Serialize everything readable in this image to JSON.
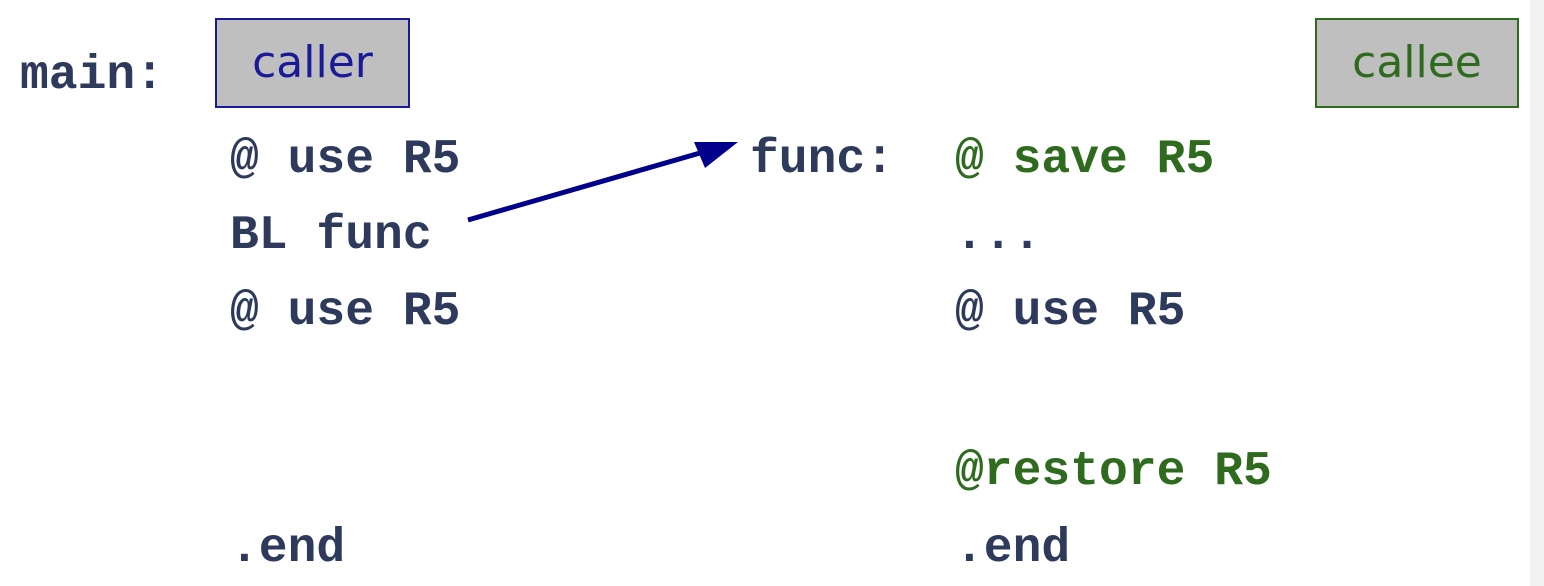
{
  "caller": {
    "label_text": "main:",
    "box_label": "caller",
    "line1": "@ use R5",
    "line2": "BL func",
    "line3": "@ use R5",
    "end": ".end"
  },
  "callee": {
    "box_label": "callee",
    "func_label": "func:",
    "line1": "@ save R5",
    "line2": "...",
    "line3": "@ use R5",
    "line4": "@restore R5",
    "end": ".end"
  },
  "colors": {
    "caller_accent": "#1a1a99",
    "callee_accent": "#2e6b1e",
    "code_text": "#2d3a5c",
    "box_fill": "#bfbfbf",
    "arrow": "#00008b"
  }
}
